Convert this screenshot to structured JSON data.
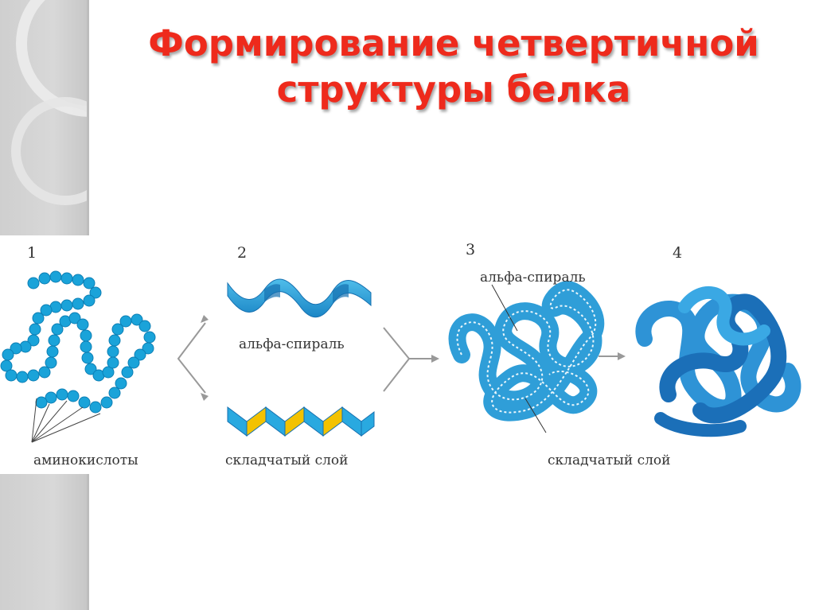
{
  "slide": {
    "title_line1": "Формирование четвертичной",
    "title_line2": "структуры белка",
    "title_color": "#ee2a1c"
  },
  "diagram": {
    "step_numbers": [
      "1",
      "2",
      "3",
      "4"
    ],
    "labels": {
      "amino_acids": "аминокислоты",
      "alpha_helix_center": "альфа-спираль",
      "pleated_sheet_center": "складчатый слой",
      "alpha_helix_right": "альфа-спираль",
      "pleated_sheet_right": "складчатый слой"
    },
    "colors": {
      "bead": "#1aa3d9",
      "bead_dark": "#0d7fb5",
      "ribbon": "#29a9e0",
      "ribbon_dark": "#1670b0",
      "sheet_accent": "#f3c200",
      "quaternary": "#1b6fb8"
    }
  }
}
